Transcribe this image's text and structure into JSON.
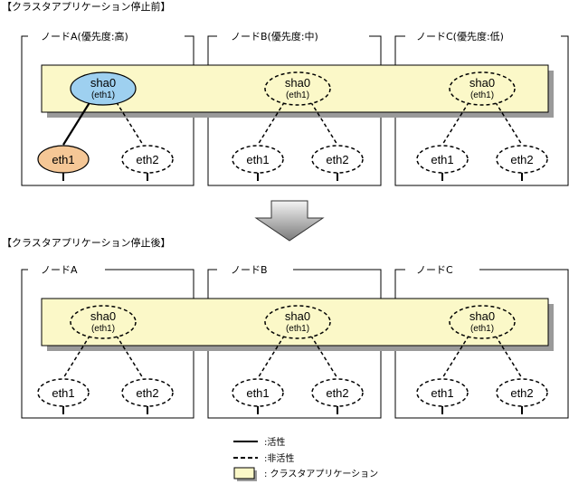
{
  "before": {
    "title": "【クラスタアプリケーション停止前】",
    "nodes": [
      {
        "label": "ノードA(優先度:高)"
      },
      {
        "label": "ノードB(優先度:中)"
      },
      {
        "label": "ノードC(優先度:低)"
      }
    ],
    "sha_label": "sha0",
    "sha_sub": "(eth1)",
    "eth_labels": [
      "eth1",
      "eth2"
    ]
  },
  "after": {
    "title": "【クラスタアプリケーション停止後】",
    "nodes": [
      {
        "label": "ノードA"
      },
      {
        "label": "ノードB"
      },
      {
        "label": "ノードC"
      }
    ],
    "sha_label": "sha0",
    "sha_sub": "(eth1)",
    "eth_labels": [
      "eth1",
      "eth2"
    ]
  },
  "legend": {
    "active": ":活性",
    "inactive": ":非活性",
    "app": ": クラスタアプリケーション"
  },
  "colors": {
    "app_fill": "#fbf8c8",
    "app_shadow": "#9a9a9a",
    "active_sha_fill": "#9ed0f0",
    "active_eth_fill": "#f5c796",
    "arrow_light": "#f2f2f2",
    "arrow_dark": "#7f7f7f"
  }
}
